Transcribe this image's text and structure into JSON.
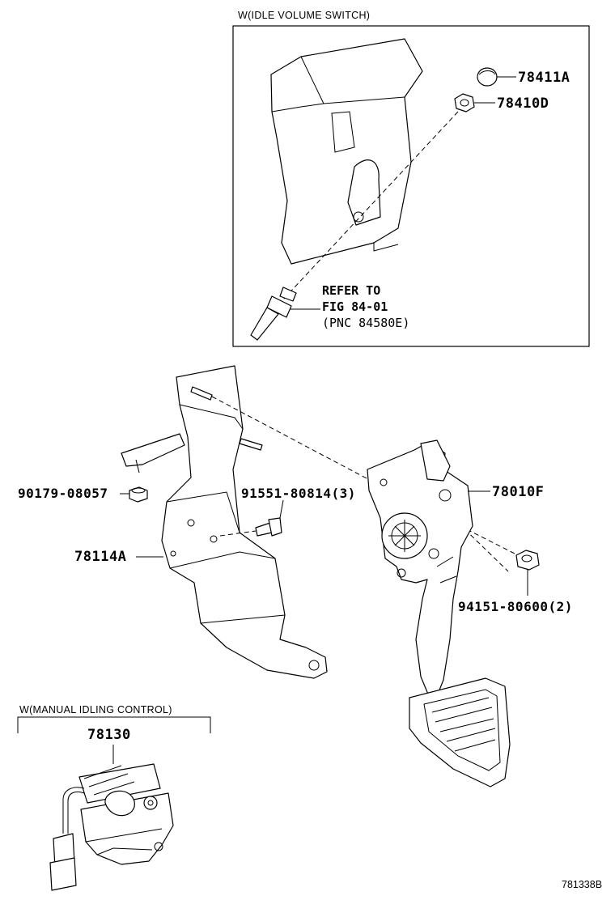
{
  "diagram": {
    "inset_caption": "W(IDLE VOLUME SWITCH)",
    "manual_caption": "W(MANUAL IDLING CONTROL)",
    "refer": {
      "line1": "REFER TO",
      "line2": "FIG 84-01",
      "line3": "(PNC 84580E)"
    },
    "parts": {
      "p78411A": "78411A",
      "p78410D": "78410D",
      "p90179": "90179-08057",
      "p91551": "91551-80814(3)",
      "p78010F": "78010F",
      "p78114A": "78114A",
      "p94151": "94151-80600(2)",
      "p78130": "78130"
    },
    "figure_code": "781338B"
  }
}
